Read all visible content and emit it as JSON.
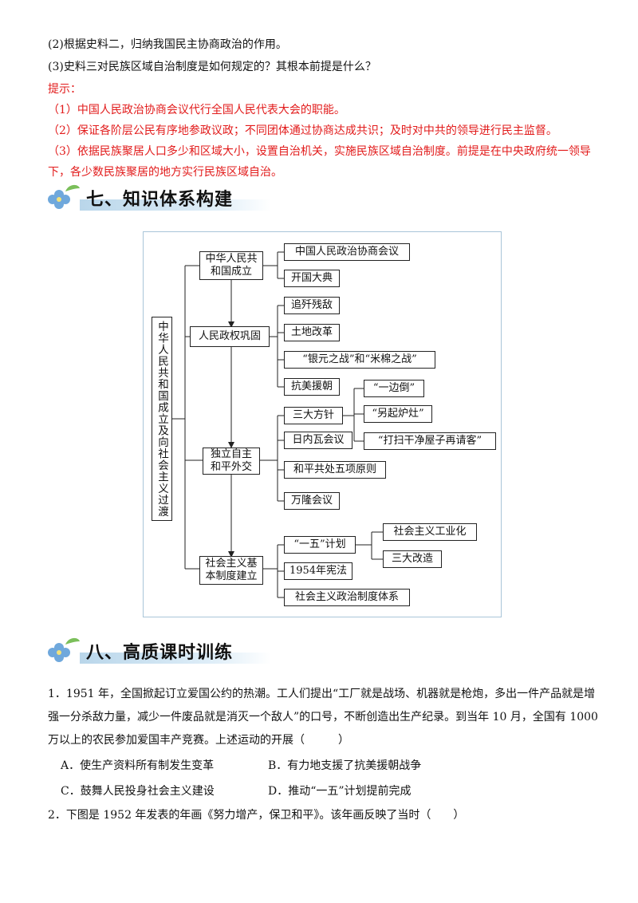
{
  "top_questions": [
    "(2)根据史料二，归纳我国民主协商政治的作用。",
    "(3)史料三对民族区域自治制度是如何规定的？其根本前提是什么？"
  ],
  "hint": {
    "label": "提示：",
    "lines": [
      "（1）中国人民政治协商会议代行全国人民代表大会的职能。",
      "（2）保证各阶层公民有序地参政议政；不同团体通过协商达成共识；及时对中共的领导进行民主监督。",
      "（3）依据民族聚居人口多少和区域大小，设置自治机关，实施民族区域自治制度。前提是在中央政府统一领导",
      "下，各少数民族聚居的地方实行民族区域自治。"
    ]
  },
  "section7": {
    "title": "七、知识体系构建"
  },
  "diagram": {
    "root": "中华人民共和国成立及向社会主义过渡",
    "main": [
      "中华人民共和国成立",
      "人民政权巩固",
      "独立自主和平外交",
      "社会主义基本制度建立"
    ],
    "founding": [
      "中国人民政治协商会议",
      "开国大典"
    ],
    "consolidation": [
      "追歼残敌",
      "土地改革",
      "“银元之战”和“米棉之战”",
      "抗美援朝"
    ],
    "diplomacy": [
      "三大方针",
      "日内瓦会议",
      "和平共处五项原则",
      "万隆会议"
    ],
    "policies": [
      "“一边倒”",
      "“另起炉灶”",
      "“打扫干净屋子再请客”"
    ],
    "system": [
      "“一五”计划",
      "1954年宪法",
      "社会主义政治制度体系"
    ],
    "plan": [
      "社会主义工业化",
      "三大改造"
    ]
  },
  "section8": {
    "title": "八、高质课时训练"
  },
  "q1": {
    "lines": [
      "1．1951 年，全国掀起订立爱国公约的热潮。工人们提出“工厂就是战场、机器就是枪炮，多出一件产品就是增",
      "强一分杀敌力量，减少一件废品就是消灭一个敌人”的口号，不断创造出生产纪录。到当年 10 月，全国有 1000",
      "万以上的农民参加爱国丰产竞赛。上述运动的开展（　　　）"
    ],
    "options": [
      "A．使生产资料所有制发生变革",
      "B．有力地支援了抗美援朝战争",
      "C．鼓舞人民投身社会主义建设",
      "D．推动“一五”计划提前完成"
    ]
  },
  "q2": {
    "text": "2．下图是 1952 年发表的年画《努力增产，保卫和平》。该年画反映了当时（　　）"
  },
  "colors": {
    "hint": "#e21b1b",
    "frame": "#a9c5d8",
    "bar": "#b9d6ea",
    "flower": "#6fa8dc"
  }
}
